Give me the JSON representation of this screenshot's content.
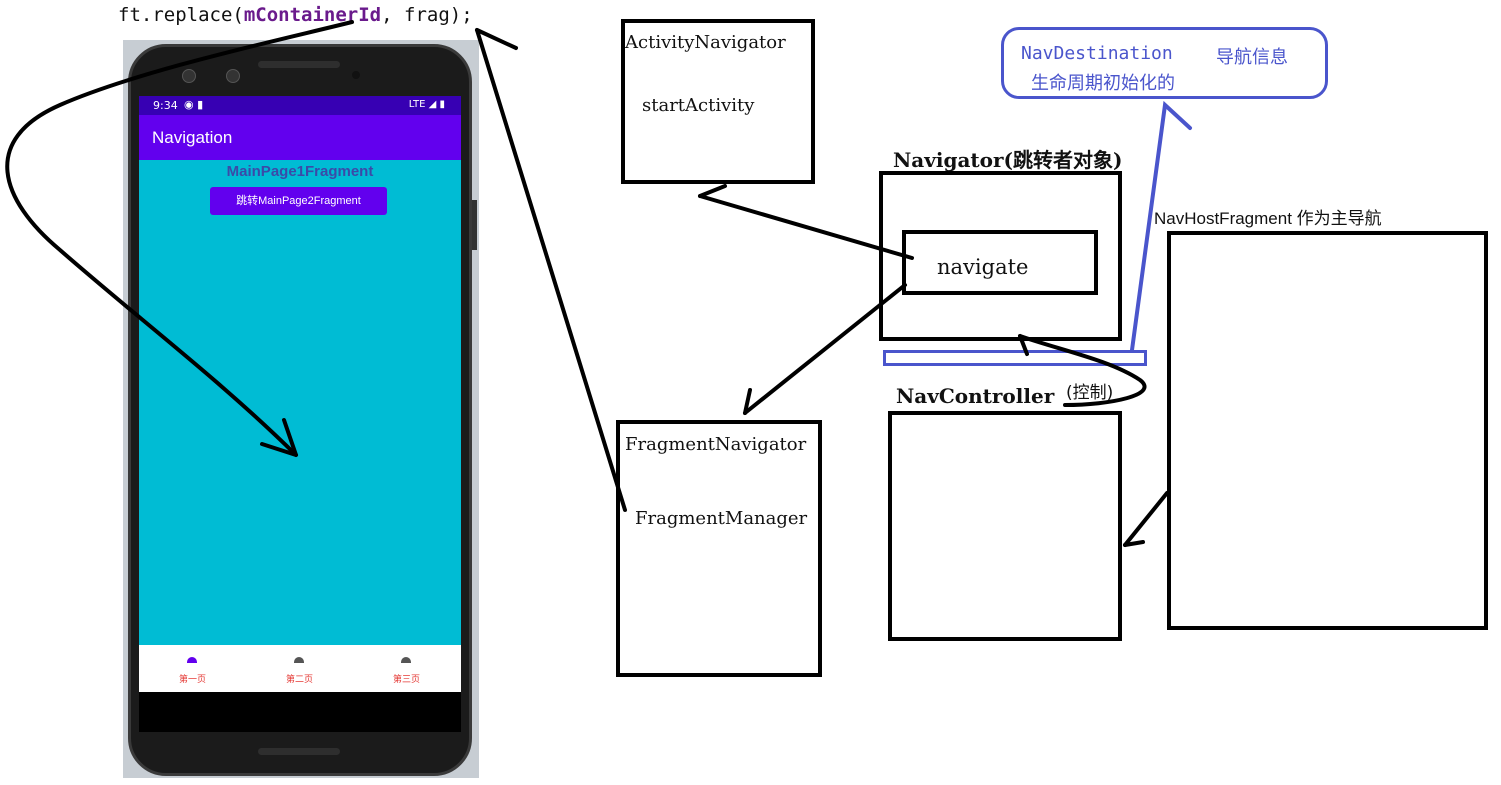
{
  "code": {
    "prefix": "ft.replace(",
    "arg1": "mContainerId",
    "sep": ", ",
    "arg2": "frag",
    "suffix": ");"
  },
  "phone": {
    "status_time": "9:34",
    "status_icons": "LTE",
    "app_title": "Navigation",
    "page_title": "MainPage1Fragment",
    "jump_button": "跳转MainPage2Fragment",
    "nav_items": [
      {
        "label": "第一页",
        "color": "#6200ee"
      },
      {
        "label": "第二页",
        "color": "#555555"
      },
      {
        "label": "第三页",
        "color": "#555555"
      }
    ],
    "screen_color": "#00bcd4",
    "app_bar_color": "#6200ee"
  },
  "activity_navigator": {
    "title": "ActivityNavigator",
    "method": "startActivity"
  },
  "navigator": {
    "heading": "Navigator(跳转者对象)",
    "method": "navigate"
  },
  "nav_destination": {
    "name": "NavDestination",
    "desc1": "导航信息",
    "desc2": "生命周期初始化的",
    "color": "#4a55cc"
  },
  "nav_host": {
    "heading": "NavHostFragment 作为主导航"
  },
  "nav_controller": {
    "heading": "NavController",
    "note": "(控制)"
  },
  "fragment_navigator": {
    "title": "FragmentNavigator",
    "method": "FragmentManager"
  }
}
